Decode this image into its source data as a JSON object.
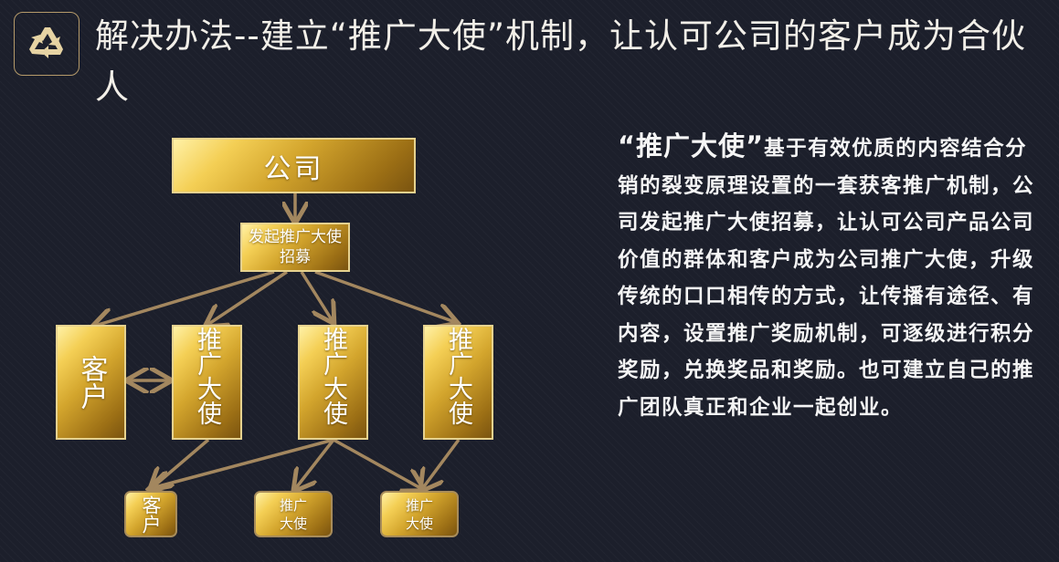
{
  "title": "解决办法--建立“推广大使”机制，让认可公司的客户成为合伙人",
  "icon": "recycle-icon",
  "colors": {
    "gold": "#d3a52d",
    "arrow": "#a3875f",
    "background": "#1c1f2b"
  },
  "diagram": {
    "company": "公司",
    "recruit": "发起推广大使招募",
    "tier1": [
      "客户",
      "推广大使",
      "推广大使",
      "推广大使"
    ],
    "tier2": [
      "客户",
      "推广大使",
      "推广大使"
    ]
  },
  "description": {
    "emphasis": "“推广大使”",
    "body": "基于有效优质的内容结合分销的裂变原理设置的一套获客推广机制，公司发起推广大使招募，让认可公司产品公司价值的群体和客户成为公司推广大使，升级传统的口口相传的方式，让传播有途径、有内容，设置推广奖励机制，可逐级进行积分奖励，兑换奖品和奖励。也可建立自己的推广团队真正和企业一起创业。"
  }
}
